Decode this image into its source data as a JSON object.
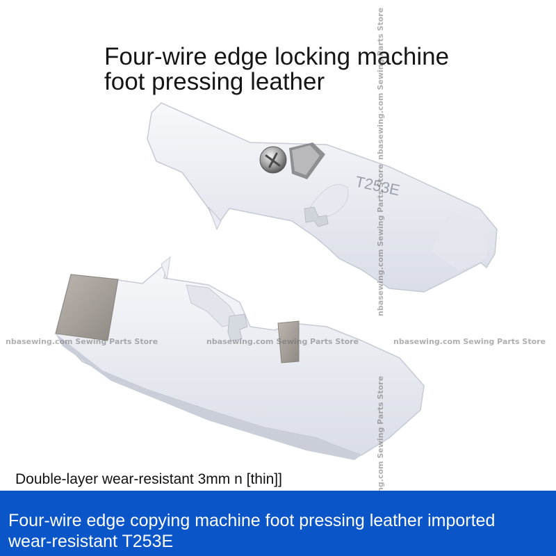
{
  "title": {
    "line1": "Four-wire edge locking machine",
    "line2": "foot pressing leather"
  },
  "spec_label": "Double-layer wear-resistant 3mm n [thin]]",
  "banner": {
    "line1": "Four-wire edge copying machine foot pressing leather imported",
    "line2": "wear-resistant T253E",
    "color": "#0a55c8"
  },
  "part_marking": "T253E",
  "watermark": "nbasewing.com Sewing Parts Store"
}
